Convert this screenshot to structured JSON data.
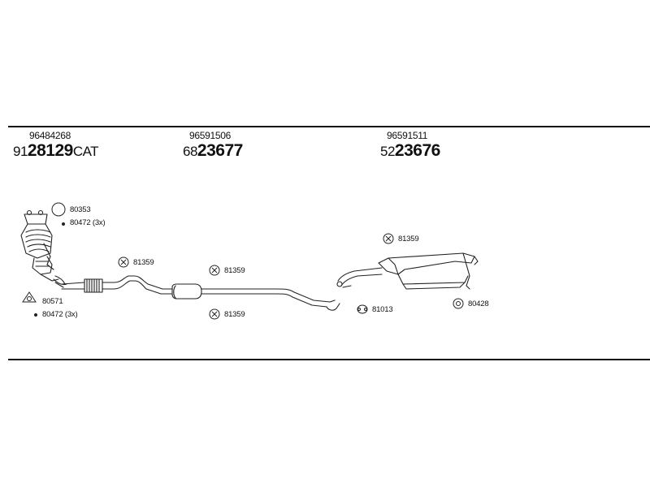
{
  "groups": [
    {
      "part_number": "96484268",
      "code_prefix": "91",
      "code_main": "28129",
      "code_suffix": "CAT"
    },
    {
      "part_number": "96591506",
      "code_prefix": "68",
      "code_main": "23677",
      "code_suffix": ""
    },
    {
      "part_number": "96591511",
      "code_prefix": "52",
      "code_main": "23676",
      "code_suffix": ""
    }
  ],
  "fittings": {
    "gasket_top": "80353",
    "bolt_top": "80472 (3x)",
    "gasket_bottom": "80571",
    "bolt_bottom": "80472 (3x)",
    "clamp_1": "81359",
    "clamp_2": "81359",
    "clamp_3": "81359",
    "clamp_4": "81359",
    "gasket_rear": "81013",
    "hanger_rear": "80428"
  }
}
